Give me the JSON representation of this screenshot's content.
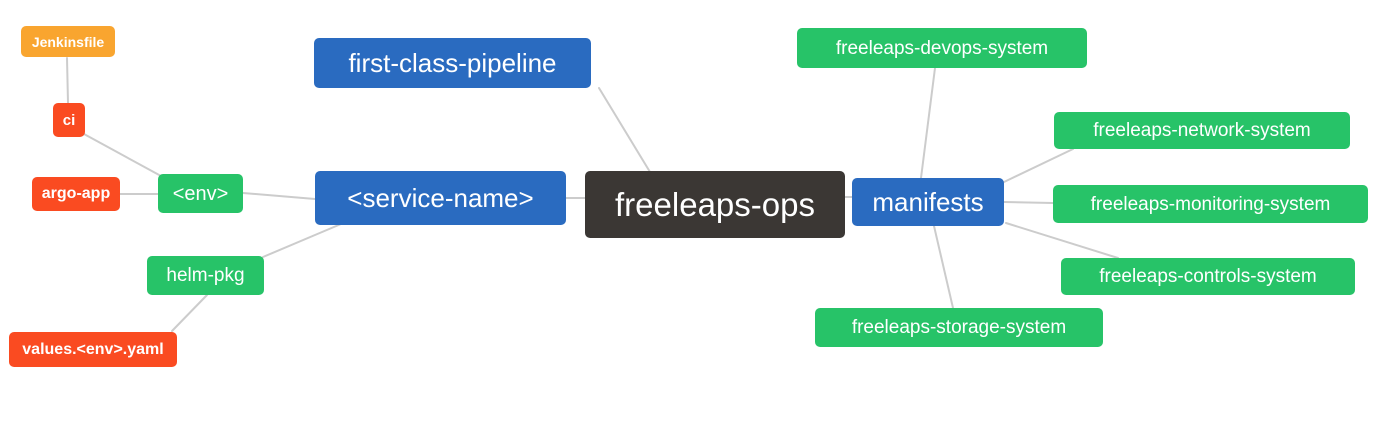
{
  "diagram": {
    "type": "mindmap",
    "root_label": "freeleaps-ops"
  },
  "nodes": {
    "freeleaps_ops": {
      "label": "freeleaps-ops",
      "color": "#3b3734"
    },
    "first_class_pipeline": {
      "label": "first-class-pipeline",
      "color": "#2a6bc0"
    },
    "service_name": {
      "label": "<service-name>",
      "color": "#2a6bc0"
    },
    "manifests": {
      "label": "manifests",
      "color": "#2a6bc0"
    },
    "env": {
      "label": "<env>",
      "color": "#27c368"
    },
    "helm_pkg": {
      "label": "helm-pkg",
      "color": "#27c368"
    },
    "ci": {
      "label": "ci",
      "color": "#fa4b21"
    },
    "argo_app": {
      "label": "argo-app",
      "color": "#fa4b21"
    },
    "values_env_yaml": {
      "label": "values.<env>.yaml",
      "color": "#fa4b21"
    },
    "jenkinsfile": {
      "label": "Jenkinsfile",
      "color": "#f9a52f"
    },
    "devops_system": {
      "label": "freeleaps-devops-system",
      "color": "#27c368"
    },
    "network_system": {
      "label": "freeleaps-network-system",
      "color": "#27c368"
    },
    "monitoring_system": {
      "label": "freeleaps-monitoring-system",
      "color": "#27c368"
    },
    "controls_system": {
      "label": "freeleaps-controls-system",
      "color": "#27c368"
    },
    "storage_system": {
      "label": "freeleaps-storage-system",
      "color": "#27c368"
    }
  },
  "edges": [
    [
      "jenkinsfile",
      "ci"
    ],
    [
      "ci",
      "env"
    ],
    [
      "argo_app",
      "env"
    ],
    [
      "env",
      "service_name"
    ],
    [
      "values_env_yaml",
      "helm_pkg"
    ],
    [
      "helm_pkg",
      "service_name"
    ],
    [
      "first_class_pipeline",
      "freeleaps_ops"
    ],
    [
      "service_name",
      "freeleaps_ops"
    ],
    [
      "freeleaps_ops",
      "manifests"
    ],
    [
      "manifests",
      "devops_system"
    ],
    [
      "manifests",
      "network_system"
    ],
    [
      "manifests",
      "monitoring_system"
    ],
    [
      "manifests",
      "controls_system"
    ],
    [
      "manifests",
      "storage_system"
    ]
  ],
  "colors": {
    "background": "#ffffff",
    "edge": "#cccccc",
    "text": "#ffffff",
    "root": "#3b3734",
    "primary_branch": "#2a6bc0",
    "secondary_branch": "#27c368",
    "leaf_red": "#fa4b21",
    "leaf_orange": "#f9a52f"
  }
}
